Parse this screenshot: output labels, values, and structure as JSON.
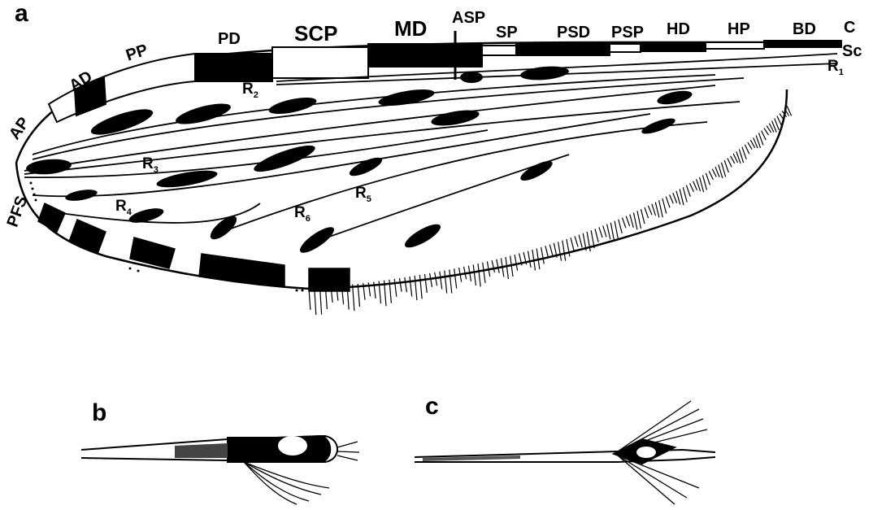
{
  "panels": {
    "a": "a",
    "b": "b",
    "c": "c"
  },
  "costal_zones": {
    "C": "C",
    "Sc": "Sc",
    "AP": "AP",
    "AD": "AD",
    "PP": "PP",
    "PD": "PD",
    "SCP": "SCP",
    "MD": "MD",
    "ASP": "ASP",
    "SP": "SP",
    "PSD": "PSD",
    "PSP": "PSP",
    "HD": "HD",
    "HP": "HP",
    "BD": "BD",
    "PFS": "PFS"
  },
  "veins": {
    "R1": {
      "letter": "R",
      "sub": "1"
    },
    "R2": {
      "letter": "R",
      "sub": "2"
    },
    "R3": {
      "letter": "R",
      "sub": "3"
    },
    "R4": {
      "letter": "R",
      "sub": "4"
    },
    "R5": {
      "letter": "R",
      "sub": "5"
    },
    "R6": {
      "letter": "R",
      "sub": "6"
    }
  },
  "colors": {
    "ink": "#000000",
    "paper": "#ffffff"
  }
}
